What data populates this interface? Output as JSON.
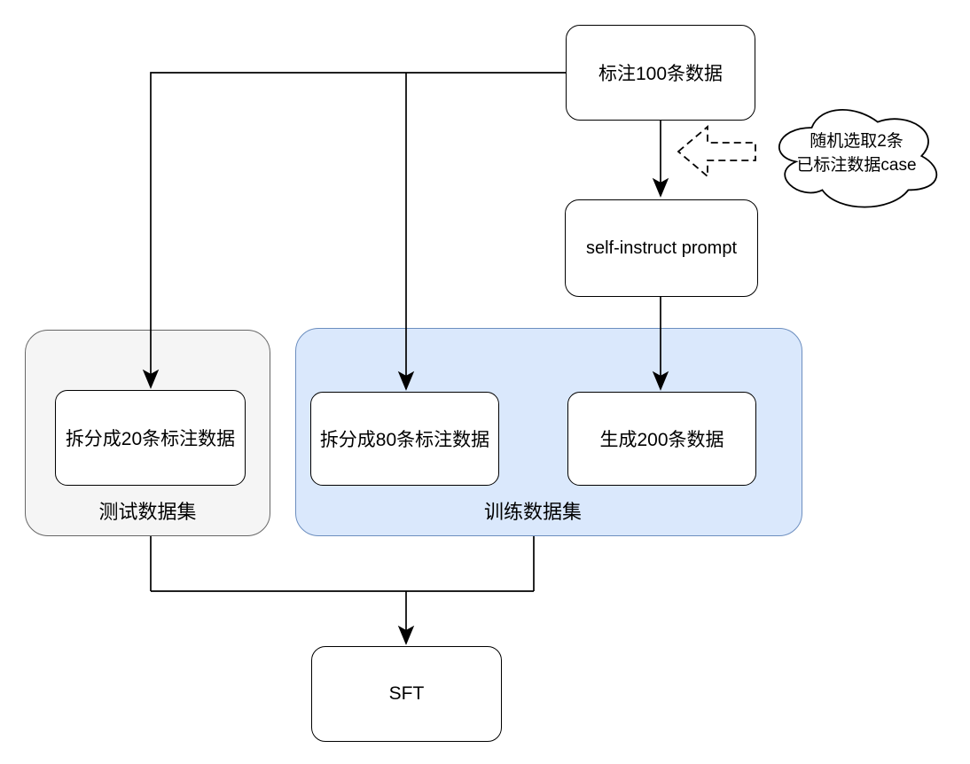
{
  "nodes": {
    "annotate_100": {
      "label": "标注100条数据"
    },
    "self_instruct_prompt": {
      "label": "self-instruct prompt"
    },
    "split_20": {
      "label": "拆分成20条标注数据"
    },
    "split_80": {
      "label": "拆分成80条标注数据"
    },
    "generate_200": {
      "label": "生成200条数据"
    },
    "sft": {
      "label": "SFT"
    }
  },
  "containers": {
    "test_dataset": {
      "label": "测试数据集",
      "fill": "#f5f5f5",
      "stroke": "#666666"
    },
    "train_dataset": {
      "label": "训练数据集",
      "fill": "#dae8fc",
      "stroke": "#6c8ebf"
    }
  },
  "callout": {
    "line1": "随机选取2条",
    "line2": "已标注数据case"
  },
  "colors": {
    "background": "#ffffff",
    "node_fill": "#ffffff",
    "node_stroke": "#000000",
    "edge_stroke": "#000000"
  }
}
